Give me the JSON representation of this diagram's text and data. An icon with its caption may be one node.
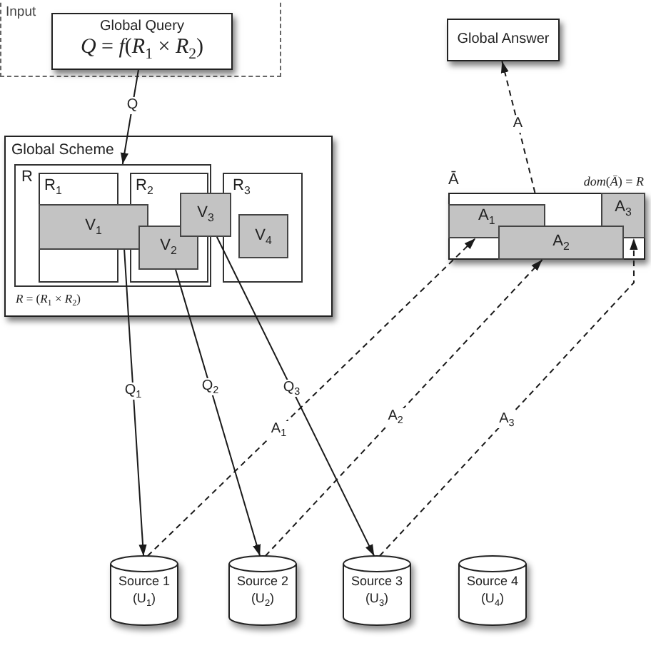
{
  "diagram": {
    "nodes": [
      {
        "text": [
          "Input"
        ]
      },
      {
        "text": [
          "Global Query",
          "*Q* = *f*(*R*$_{1}$ × *R*$_{2}$)"
        ],
        "in": 0
      },
      {
        "text": [
          "Global Scheme"
        ]
      },
      {
        "text": [
          "R"
        ],
        "beside": [
          "*R* = (*R*$_{1}$ × *R*$_{2}$)"
        ],
        "in": 2
      },
      {
        "text": [
          "R$_{1}$"
        ],
        "in": 3
      },
      {
        "text": [
          "R$_{2}$"
        ],
        "in": 3
      },
      {
        "text": [
          "R$_{3}$"
        ],
        "in": 2
      },
      {
        "text": [
          "V$_{1}$"
        ],
        "in": 3
      },
      {
        "text": [
          "V$_{2}$"
        ],
        "in": 5
      },
      {
        "text": [
          "V$_{3}$"
        ],
        "in": 2
      },
      {
        "text": [
          "V$_{4}$"
        ],
        "in": 6
      },
      {
        "text": [
          "Global Answer"
        ]
      },
      {
        "text": [
          "Ā",
          "*dom*(*Ā*) = *R*"
        ]
      },
      {
        "text": [
          "A$_{1}$"
        ],
        "in": 12
      },
      {
        "text": [
          "A$_{2}$"
        ],
        "in": 12
      },
      {
        "text": [
          "A$_{3}$"
        ],
        "in": 12
      },
      {
        "text": [
          "Source 1 (U$_{1}$)"
        ]
      },
      {
        "text": [
          "Source 2 (U$_{2}$)"
        ]
      },
      {
        "text": [
          "Source 3 (U$_{3}$)"
        ]
      },
      {
        "text": [
          "Source 4 (U$_{4}$)"
        ]
      }
    ],
    "edges": [
      {
        "from": 1,
        "to": 3,
        "arrow": "to",
        "label": "Q"
      },
      {
        "from": 7,
        "to": 16,
        "arrow": "to",
        "label": "Q$_{1}$"
      },
      {
        "from": 8,
        "to": 17,
        "arrow": "to",
        "label": "Q$_{2}$"
      },
      {
        "from": 9,
        "to": 18,
        "arrow": "to",
        "label": "Q$_{3}$"
      },
      {
        "from": 16,
        "to": 13,
        "arrow": "to",
        "label": "A$_{1}$",
        "style": "dashed"
      },
      {
        "from": 17,
        "to": 14,
        "arrow": "to",
        "label": "A$_{2}$",
        "style": "dashed"
      },
      {
        "from": 18,
        "to": 15,
        "arrow": "to",
        "label": "A$_{3}$",
        "style": "dashed"
      },
      {
        "from": 12,
        "to": 11,
        "arrow": "to",
        "label": "A",
        "style": "dashed"
      }
    ]
  }
}
